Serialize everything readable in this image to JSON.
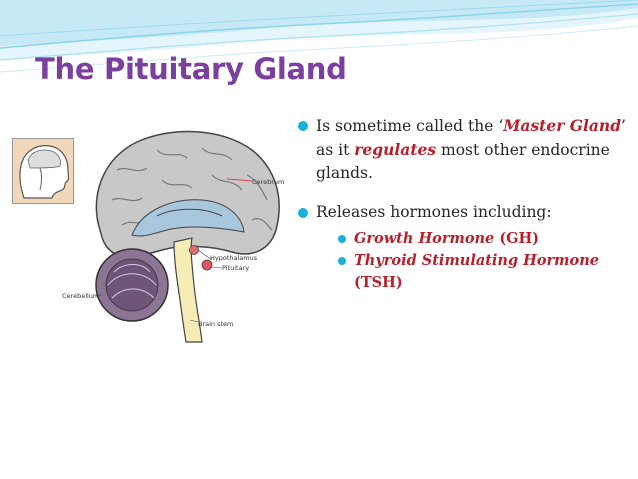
{
  "slide": {
    "title": "The Pituitary Gland",
    "bullets": [
      {
        "parts": [
          "Is sometime called the ‘",
          "Master Gland",
          "’ as it ",
          "regulates",
          " most other endocrine glands."
        ]
      },
      {
        "text": "Releases hormones including:",
        "sub": [
          {
            "name": "Growth Hormone",
            "abbr": " (GH)"
          },
          {
            "name": "Thyroid Stimulating Hormone",
            "abbr": " (TSH)"
          }
        ]
      }
    ]
  },
  "diagram": {
    "labels": {
      "cerebrum": "Cerebrum",
      "hypothalamus": "Hypothalamus",
      "pituitary": "Pituitary",
      "cerebellum": "Cerebellum",
      "brain_stem": "Brain stem"
    }
  },
  "colors": {
    "title": "#7a3fa0",
    "bullet": "#1ab0d8",
    "emphasis": "#b91f2a",
    "wave": "#8fd3ea"
  }
}
